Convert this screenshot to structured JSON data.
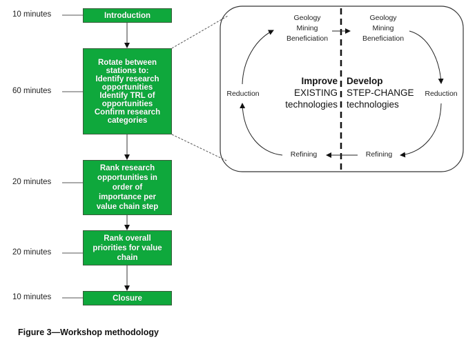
{
  "flow": {
    "steps": [
      {
        "duration": "10 minutes",
        "lines": [
          "Introduction"
        ]
      },
      {
        "duration": "60 minutes",
        "lines": [
          "Rotate between",
          "stations to:",
          "Identify research",
          "opportunities",
          "Identify TRL of",
          "opportunities",
          "Confirm research",
          "categories"
        ]
      },
      {
        "duration": "20 minutes",
        "lines": [
          "Rank research",
          "opportunities in",
          "order of",
          "importance per",
          "value chain step"
        ]
      },
      {
        "duration": "20 minutes",
        "lines": [
          "Rank overall",
          "priorities for value",
          "chain"
        ]
      },
      {
        "duration": "10 minutes",
        "lines": [
          "Closure"
        ]
      }
    ],
    "accent_color": "#0fa83c"
  },
  "detail": {
    "left": {
      "top_lines": [
        "Geology",
        "Mining",
        "Beneficiation"
      ],
      "side": "Reduction",
      "bottom": "Refining",
      "center_lines": [
        "Improve",
        "EXISTING",
        "technologies"
      ]
    },
    "right": {
      "top_lines": [
        "Geology",
        "Mining",
        "Beneficiation"
      ],
      "side": "Reduction",
      "bottom": "Refining",
      "center_lines": [
        "Develop",
        "STEP-CHANGE",
        "technologies"
      ]
    }
  },
  "caption": "Figure 3—Workshop methodology"
}
